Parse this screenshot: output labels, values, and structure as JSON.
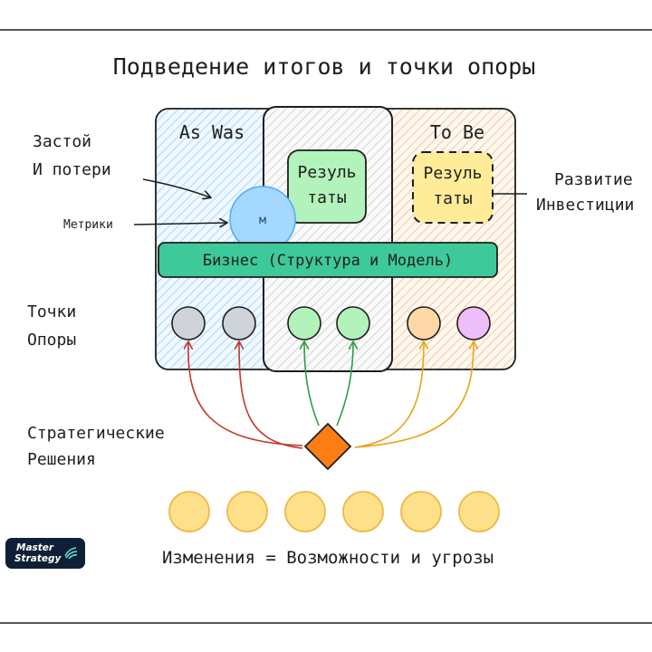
{
  "title": "Подведение итогов и точки опоры",
  "zones": {
    "as_was": "As Was",
    "to_be": "To Be"
  },
  "results_box_1": {
    "line1": "Резуль",
    "line2": "таты"
  },
  "results_box_2": {
    "line1": "Резуль",
    "line2": "таты"
  },
  "metric_circle": "м",
  "business_bar": "Бизнес (Структура и Модель)",
  "left_labels": {
    "stagnation_line1": "Застой",
    "stagnation_line2": "И потери",
    "metrics": "Метрики",
    "anchors_line1": "Точки",
    "anchors_line2": "Опоры",
    "decisions_line1": "Стратегические",
    "decisions_line2": "Решения"
  },
  "right_labels": {
    "development_line1": "Развитие",
    "development_line2": "Инвестиции"
  },
  "bottom_caption": "Изменения = Возможности и угрозы",
  "logo": {
    "line1": "Master",
    "line2": "Strategy"
  },
  "colors": {
    "as_was_fill": "#a5d8ff",
    "middle_fill": "#c9c9c9",
    "to_be_fill": "#f5c89a",
    "results_fill": "#b2f2bb",
    "results_dashed_fill": "#ffec99",
    "business_bar": "#3ec99a",
    "metric_circle": "#a5d8ff",
    "diamond": "#fd7e14",
    "anchor_gray": "#ced4da",
    "anchor_green": "#b2f2bb",
    "anchor_orange": "#ffd8a8",
    "anchor_purple": "#eebefa",
    "change_circle": "#ffe08a",
    "arrow_red": "#c0392b",
    "arrow_green": "#2f9e44",
    "arrow_orange": "#e8a317"
  }
}
